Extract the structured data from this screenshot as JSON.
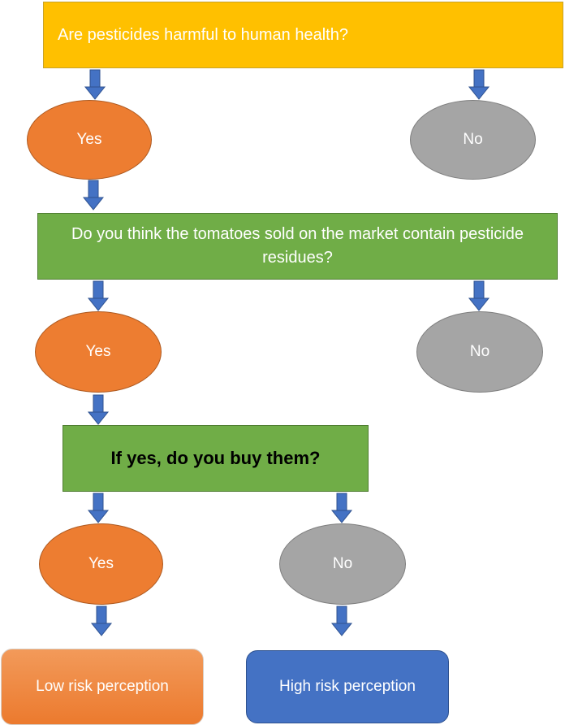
{
  "q1": {
    "question": "Are pesticides harmful to human health?",
    "yes": "Yes",
    "no": "No"
  },
  "q2": {
    "question": "Do you think the tomatoes sold on the market contain pesticide residues?",
    "yes": "Yes",
    "no": "No"
  },
  "q3": {
    "question": "If yes, do you buy them?",
    "yes": "Yes",
    "no": "No"
  },
  "outcomes": {
    "low": "Low risk perception",
    "high": "High risk perception"
  },
  "colors": {
    "question1": "#ffc000",
    "question": "#70ad47",
    "yes": "#ed7d31",
    "no": "#a5a5a5",
    "low": "#ed7d31",
    "high": "#4472c4",
    "arrow": "#4472c4"
  }
}
